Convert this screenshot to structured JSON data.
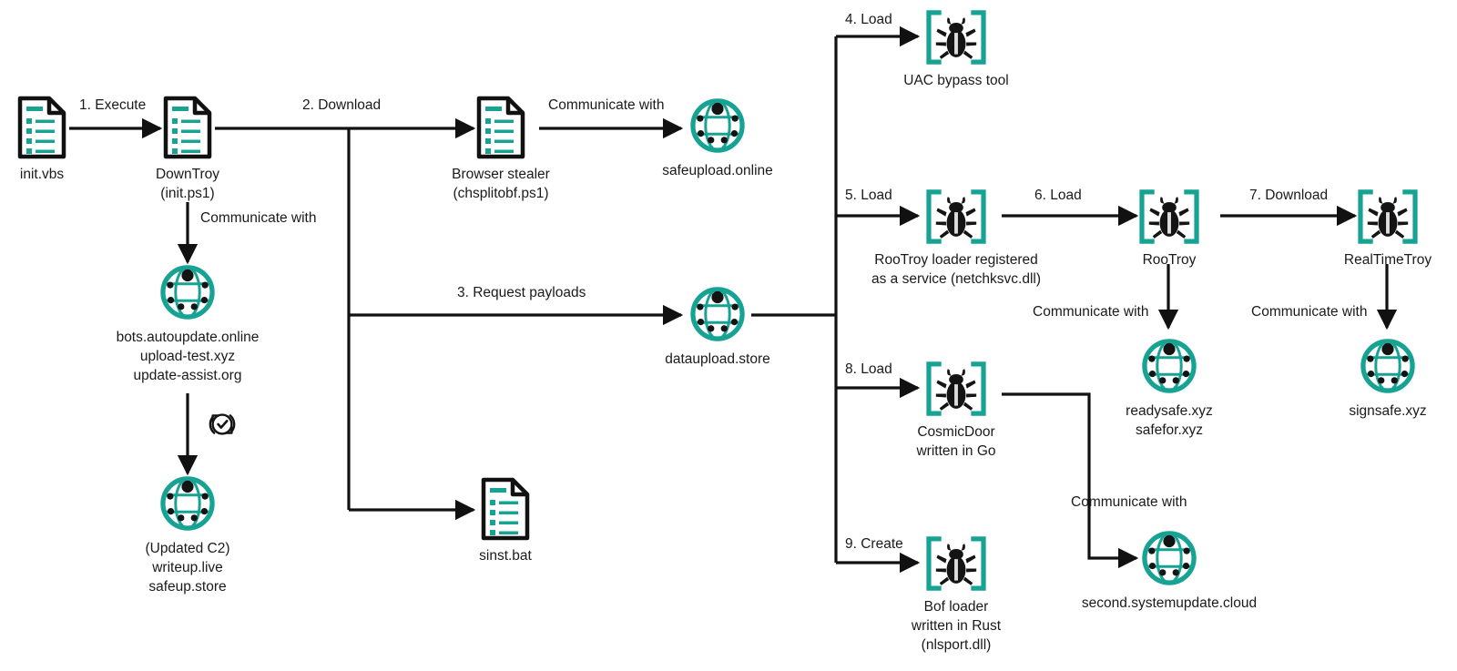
{
  "diagram": {
    "title": "Malware infection chain",
    "colors": {
      "accent_teal": "#17a394",
      "stroke_black": "#111111",
      "background": "#ffffff",
      "text": "#1a1a1a"
    },
    "icon_legend": {
      "document": "document-icon",
      "network": "network-globe-icon",
      "malware": "bug-brackets-icon",
      "update": "refresh-check-icon"
    }
  },
  "nodes": [
    {
      "id": "init_vbs",
      "icon": "document-icon",
      "caption": "init.vbs"
    },
    {
      "id": "downtroy",
      "icon": "document-icon",
      "caption": "DownTroy\n(init.ps1)"
    },
    {
      "id": "browser_stealer",
      "icon": "document-icon",
      "caption": "Browser stealer\n(chsplitobf.ps1)"
    },
    {
      "id": "safeupload",
      "icon": "network-globe-icon",
      "caption": "safeupload.online"
    },
    {
      "id": "bots_c2",
      "icon": "network-globe-icon",
      "caption": "bots.autoupdate.online\nupload-test.xyz\nupdate-assist.org"
    },
    {
      "id": "updated_c2",
      "icon": "network-globe-icon",
      "caption": "(Updated C2)\nwriteup.live\nsafeup.store"
    },
    {
      "id": "sinst_bat",
      "icon": "document-icon",
      "caption": "sinst.bat"
    },
    {
      "id": "dataupload",
      "icon": "network-globe-icon",
      "caption": "dataupload.store"
    },
    {
      "id": "uac_bypass",
      "icon": "bug-brackets-icon",
      "caption": "UAC bypass tool"
    },
    {
      "id": "rootroy_loader",
      "icon": "bug-brackets-icon",
      "caption": "RooTroy loader registered\nas a service (netchksvc.dll)"
    },
    {
      "id": "rootroy",
      "icon": "bug-brackets-icon",
      "caption": "RooTroy"
    },
    {
      "id": "realtimetroy",
      "icon": "bug-brackets-icon",
      "caption": "RealTimeTroy"
    },
    {
      "id": "readysafe",
      "icon": "network-globe-icon",
      "caption": "readysafe.xyz\nsafefor.xyz"
    },
    {
      "id": "signsafe",
      "icon": "network-globe-icon",
      "caption": "signsafe.xyz"
    },
    {
      "id": "cosmicdoor",
      "icon": "bug-brackets-icon",
      "caption": "CosmicDoor\nwritten in Go"
    },
    {
      "id": "bof_loader",
      "icon": "bug-brackets-icon",
      "caption": "Bof loader\nwritten in Rust\n(nlsport.dll)"
    },
    {
      "id": "second_cloud",
      "icon": "network-globe-icon",
      "caption": "second.systemupdate.cloud"
    },
    {
      "id": "update_marker",
      "icon": "refresh-check-icon",
      "caption": ""
    }
  ],
  "edges": [
    {
      "id": "e1",
      "label": "1. Execute",
      "from": "init_vbs",
      "to": "downtroy"
    },
    {
      "id": "e2",
      "label": "2. Download",
      "from": "downtroy",
      "to": "browser_stealer"
    },
    {
      "id": "e3",
      "label": "Communicate with",
      "from": "browser_stealer",
      "to": "safeupload"
    },
    {
      "id": "e4",
      "label": "Communicate with",
      "from": "downtroy",
      "to": "bots_c2"
    },
    {
      "id": "e5",
      "label": "3. Request payloads",
      "from": "downtroy",
      "to": "dataupload"
    },
    {
      "id": "e6",
      "label": "4. Load",
      "from": "dataupload",
      "to": "uac_bypass"
    },
    {
      "id": "e7",
      "label": "5. Load",
      "from": "dataupload",
      "to": "rootroy_loader"
    },
    {
      "id": "e8",
      "label": "6. Load",
      "from": "rootroy_loader",
      "to": "rootroy"
    },
    {
      "id": "e9",
      "label": "7. Download",
      "from": "rootroy",
      "to": "realtimetroy"
    },
    {
      "id": "e10",
      "label": "Communicate with",
      "from": "rootroy",
      "to": "readysafe"
    },
    {
      "id": "e11",
      "label": "Communicate with",
      "from": "realtimetroy",
      "to": "signsafe"
    },
    {
      "id": "e12",
      "label": "8. Load",
      "from": "dataupload",
      "to": "cosmicdoor"
    },
    {
      "id": "e13",
      "label": "9. Create",
      "from": "dataupload",
      "to": "bof_loader"
    },
    {
      "id": "e14",
      "label": "Communicate with",
      "from": "cosmicdoor",
      "to": "second_cloud"
    }
  ]
}
